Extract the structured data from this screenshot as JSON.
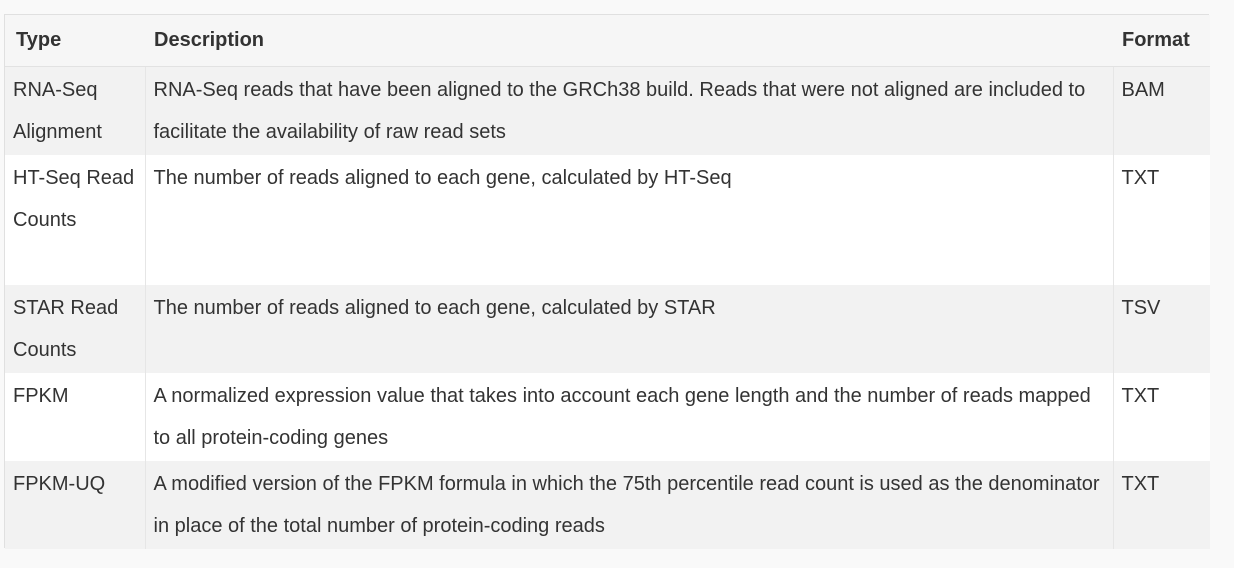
{
  "table": {
    "headers": {
      "type": "Type",
      "description": "Description",
      "format": "Format"
    },
    "rows": [
      {
        "type": "RNA-Seq Alignment",
        "description": "RNA-Seq reads that have been aligned to the GRCh38 build. Reads that were not aligned are included to facilitate the availability of raw read sets",
        "format": "BAM"
      },
      {
        "type": "HT-Seq Read Counts",
        "description": "The number of reads aligned to each gene, calculated by HT-Seq",
        "format": "TXT"
      },
      {
        "type": "STAR Read Counts",
        "description": "The number of reads aligned to each gene, calculated by STAR",
        "format": "TSV"
      },
      {
        "type": "FPKM",
        "description": "A normalized expression value that takes into account each gene length and the number of reads mapped to all protein-coding genes",
        "format": "TXT"
      },
      {
        "type": "FPKM-UQ",
        "description": "A modified version of the FPKM formula in which the 75th percentile read count is used as the denominator in place of the total number of protein-coding reads",
        "format": "TXT"
      }
    ]
  }
}
